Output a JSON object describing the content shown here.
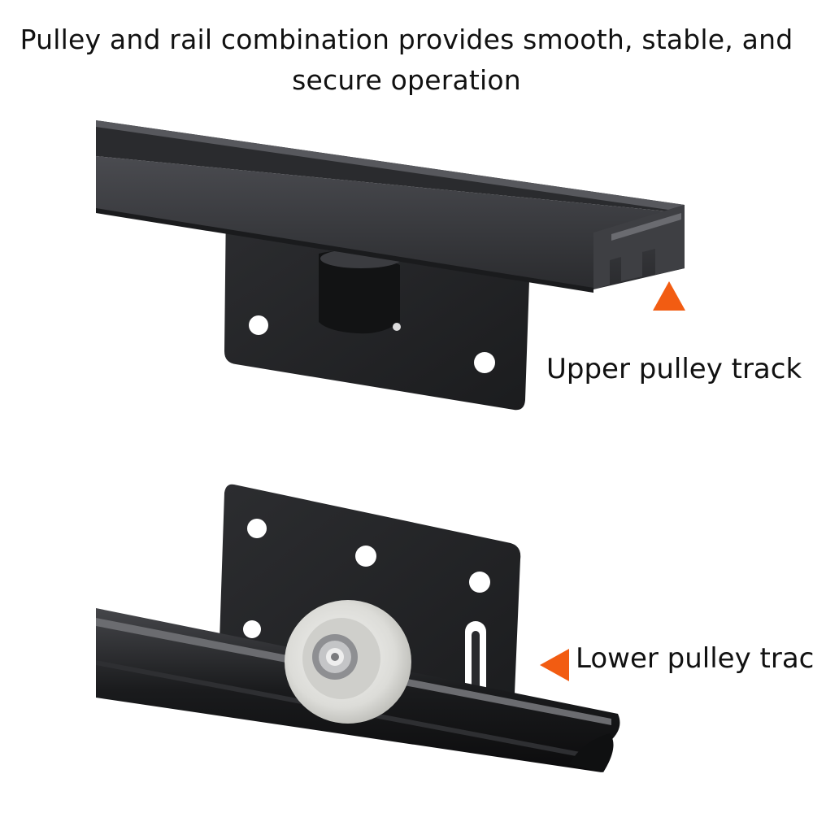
{
  "heading": {
    "line1": "Pulley and rail combination provides smooth, stable, and",
    "line2": "secure operation"
  },
  "callouts": {
    "upper": "Upper pulley track",
    "lower": "Lower pulley track"
  },
  "colors": {
    "arrow": "#f25c12",
    "metal": "#1e1f22",
    "wheel": "#e4e4e2"
  }
}
